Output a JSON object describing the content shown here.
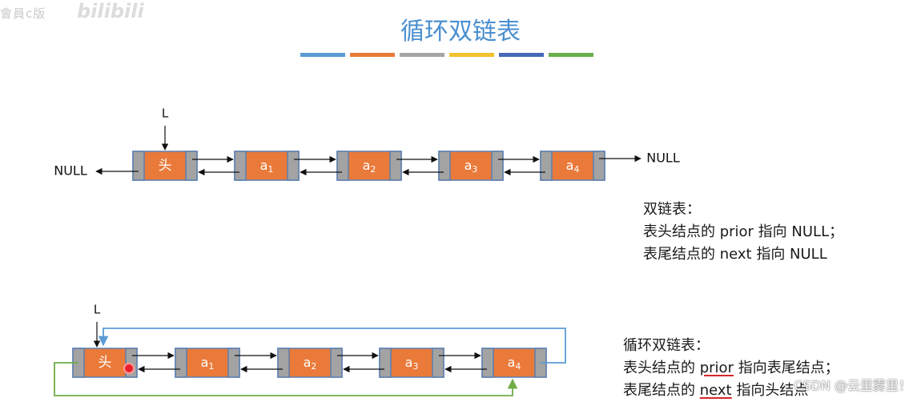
{
  "watermark": {
    "text": "會員c版",
    "logo": "bilibili"
  },
  "title": "循环双链表",
  "colors": {
    "title": "#4a8fd0",
    "node_fill": "#ea7a3a",
    "node_border": "#5b7fb0",
    "pointer_fill": "#a3a3a3",
    "loop_line_blue": "#5b9bd5",
    "loop_line_green": "#70ad47",
    "underline_red": "#d6262b"
  },
  "color_bar": [
    "#5b9bd5",
    "#ea7a3a",
    "#a5a5a5",
    "#f2c12e",
    "#4668b8",
    "#6ab04c"
  ],
  "diagram1": {
    "head_pointer": "L",
    "head_label": "头",
    "nodes": [
      {
        "base": "a",
        "sub": "1"
      },
      {
        "base": "a",
        "sub": "2"
      },
      {
        "base": "a",
        "sub": "3"
      },
      {
        "base": "a",
        "sub": "4"
      }
    ],
    "left_null": "NULL",
    "right_null": "NULL"
  },
  "diagram2": {
    "head_pointer": "L",
    "head_label": "头",
    "nodes": [
      {
        "base": "a",
        "sub": "1"
      },
      {
        "base": "a",
        "sub": "2"
      },
      {
        "base": "a",
        "sub": "3"
      },
      {
        "base": "a",
        "sub": "4"
      }
    ]
  },
  "desc1": {
    "title": "双链表：",
    "line1": "表头结点的 prior 指向 NULL；",
    "line2": "表尾结点的 next 指向 NULL"
  },
  "desc2": {
    "title": "循环双链表：",
    "line1_pre": "表头结点的 ",
    "line1_key": "prior",
    "line1_post": " 指向表尾结点；",
    "line2_pre": "表尾结点的 ",
    "line2_key": "next",
    "line2_post": " 指向头结点"
  },
  "csdn_watermark": "CSDN @云里雾里！"
}
